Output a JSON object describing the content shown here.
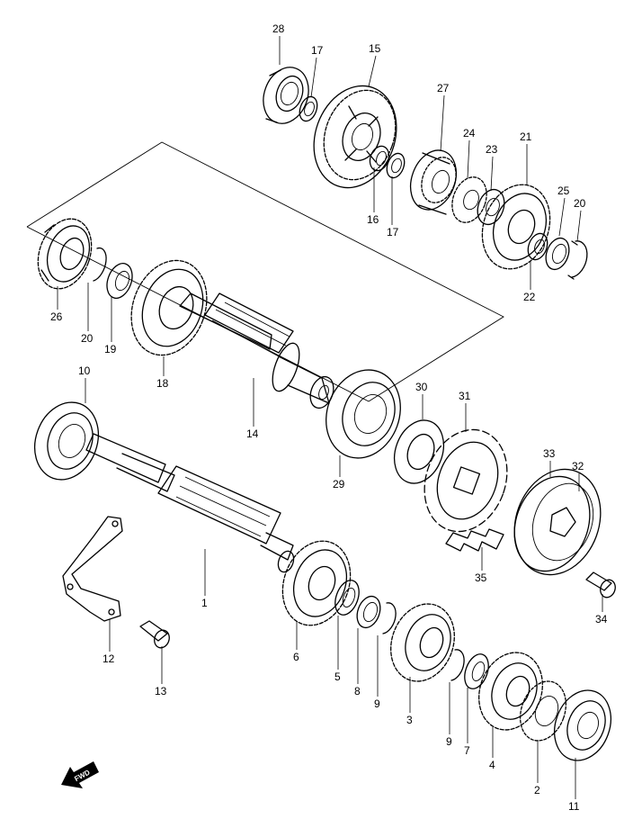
{
  "diagram": {
    "parts": [
      {
        "id": "p28",
        "label": "28"
      },
      {
        "id": "p17a",
        "label": "17"
      },
      {
        "id": "p15",
        "label": "15"
      },
      {
        "id": "p27",
        "label": "27"
      },
      {
        "id": "p24",
        "label": "24"
      },
      {
        "id": "p23",
        "label": "23"
      },
      {
        "id": "p21",
        "label": "21"
      },
      {
        "id": "p25",
        "label": "25"
      },
      {
        "id": "p20a",
        "label": "20"
      },
      {
        "id": "p16",
        "label": "16"
      },
      {
        "id": "p17b",
        "label": "17"
      },
      {
        "id": "p22",
        "label": "22"
      },
      {
        "id": "p26",
        "label": "26"
      },
      {
        "id": "p20b",
        "label": "20"
      },
      {
        "id": "p19",
        "label": "19"
      },
      {
        "id": "p18",
        "label": "18"
      },
      {
        "id": "p14",
        "label": "14"
      },
      {
        "id": "p10",
        "label": "10"
      },
      {
        "id": "p30",
        "label": "30"
      },
      {
        "id": "p31",
        "label": "31"
      },
      {
        "id": "p29",
        "label": "29"
      },
      {
        "id": "p33",
        "label": "33"
      },
      {
        "id": "p32",
        "label": "32"
      },
      {
        "id": "p35",
        "label": "35"
      },
      {
        "id": "p34",
        "label": "34"
      },
      {
        "id": "p1",
        "label": "1"
      },
      {
        "id": "p12",
        "label": "12"
      },
      {
        "id": "p13",
        "label": "13"
      },
      {
        "id": "p6",
        "label": "6"
      },
      {
        "id": "p5",
        "label": "5"
      },
      {
        "id": "p8",
        "label": "8"
      },
      {
        "id": "p9a",
        "label": "9"
      },
      {
        "id": "p3",
        "label": "3"
      },
      {
        "id": "p9b",
        "label": "9"
      },
      {
        "id": "p7",
        "label": "7"
      },
      {
        "id": "p4",
        "label": "4"
      },
      {
        "id": "p2",
        "label": "2"
      },
      {
        "id": "p11",
        "label": "11"
      }
    ],
    "fwd_label": "FWD"
  }
}
